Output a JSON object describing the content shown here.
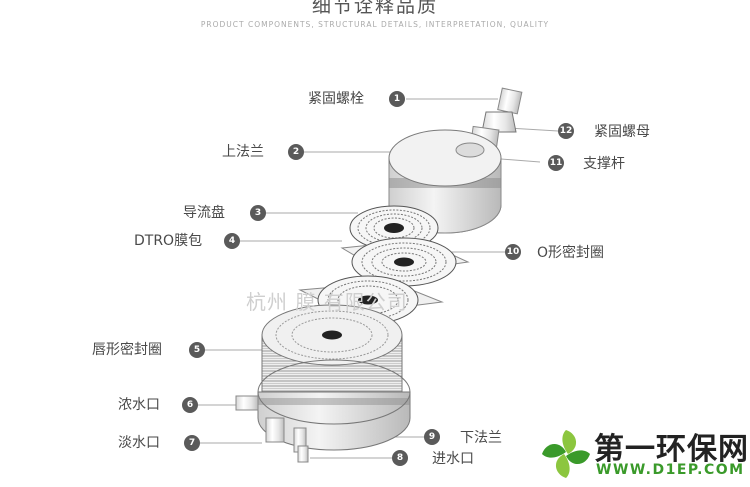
{
  "header": {
    "title": "细节诠释品质",
    "subtitle": "PRODUCT COMPONENTS, STRUCTURAL DETAILS, INTERPRETATION, QUALITY"
  },
  "components": [
    {
      "num": "1",
      "label": "紧固螺栓"
    },
    {
      "num": "2",
      "label": "上法兰"
    },
    {
      "num": "3",
      "label": "导流盘"
    },
    {
      "num": "4",
      "label": "DTRO膜包"
    },
    {
      "num": "5",
      "label": "唇形密封圈"
    },
    {
      "num": "6",
      "label": "浓水口"
    },
    {
      "num": "7",
      "label": "淡水口"
    },
    {
      "num": "8",
      "label": "进水口"
    },
    {
      "num": "9",
      "label": "下法兰"
    },
    {
      "num": "10",
      "label": "O形密封圈"
    },
    {
      "num": "11",
      "label": "支撑杆"
    },
    {
      "num": "12",
      "label": "紧固螺母"
    }
  ],
  "watermark": "杭州      膜      有限公司",
  "logo": {
    "cn": "第一环保网",
    "en": "WWW.D1EP.COM"
  },
  "colors": {
    "badge": "#5a5a5a",
    "leader_line": "#aaaaaa",
    "logo_green": "#3a9a2a"
  }
}
